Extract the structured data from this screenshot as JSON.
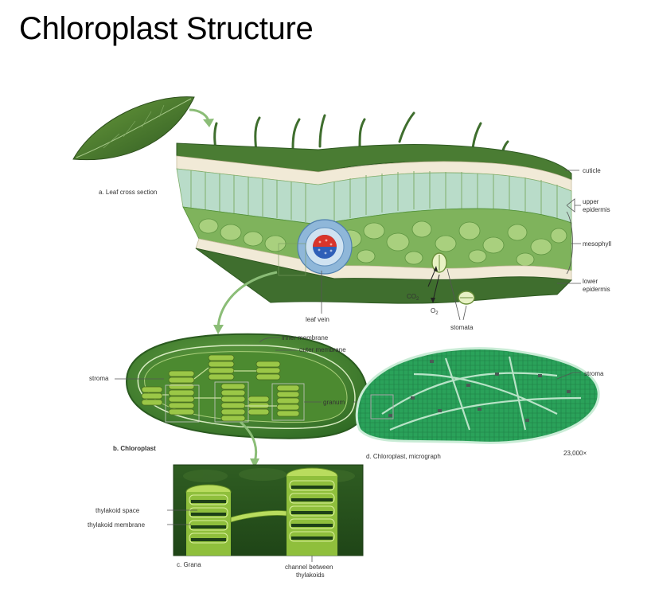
{
  "title": "Chloroplast Structure",
  "panels": {
    "a": "a. Leaf cross section",
    "b": "b. Chloroplast",
    "c": "c. Grana",
    "d": "d. Chloroplast, micrograph"
  },
  "labels": {
    "cuticle": "cuticle",
    "upper_epidermis": [
      "upper",
      "epidermis"
    ],
    "mesophyll": "mesophyll",
    "lower_epidermis": [
      "lower",
      "epidermis"
    ],
    "leaf_vein": "leaf vein",
    "co2": "CO",
    "co2_sub": "2",
    "o2": "O",
    "o2_sub": "2",
    "stomata": "stomata",
    "inner_membrane": "inner membrane",
    "outer_membrane": "outer membrane",
    "stroma_b": "stroma",
    "granum": "granum",
    "stroma_d": "stroma",
    "magnification": "23,000×",
    "thylakoid_space": "thylakoid space",
    "thylakoid_membrane": "thylakoid membrane",
    "channel": [
      "channel between",
      "thylakoids"
    ]
  },
  "colors": {
    "leaf_dark": "#3f6e2e",
    "leaf_mid": "#5d9440",
    "epidermis": "#f1ead7",
    "mesophyll_cell": "#b9dcc9",
    "chloroplast_green": "#4f8f36",
    "grana_light": "#a9cf52",
    "micrograph_green": "#27a05a",
    "vein_red": "#d9352b",
    "vein_blue": "#2f5fb8"
  }
}
